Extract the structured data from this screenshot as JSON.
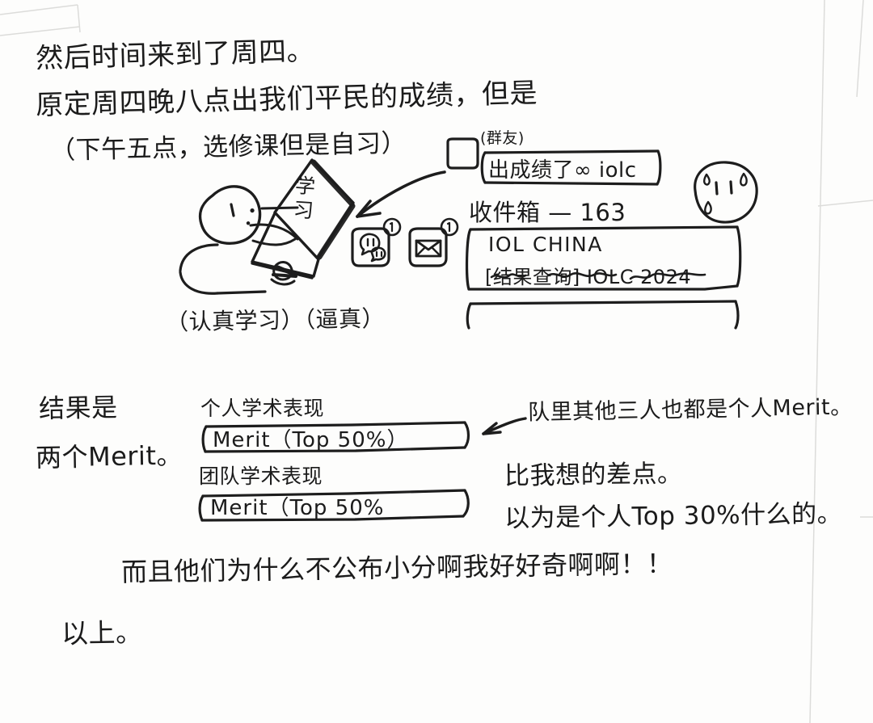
{
  "page": {
    "title": "handwritten-diary-note",
    "background_color": "#fdfdfc",
    "ink_color": "#1d1d1d"
  },
  "lines": {
    "l1": "然后时间来到了周四。",
    "l2": "原定周四晚八点出我们平民的成绩，但是",
    "l3": "（下午五点，选修课但是自习）"
  },
  "sketch": {
    "laptop_screen_label": "学习",
    "caption": "（认真学习）（逼真）",
    "icons": [
      {
        "name": "qq-chat-icon",
        "badge": "1"
      },
      {
        "name": "mail-icon",
        "badge": "1"
      }
    ]
  },
  "phone": {
    "sender_label": "(群友)",
    "message": "出成绩了∞ iolc",
    "inbox_title": "收件箱 — 163",
    "emails": [
      {
        "sender": "IOL CHINA",
        "subject": "[结果查询] IOLC 2024"
      },
      {
        "sender": "",
        "subject": ""
      }
    ]
  },
  "results": {
    "intro_line1": "结果是",
    "intro_line2": "两个Merit。",
    "items": [
      {
        "label": "个人学术表现",
        "value": "Merit（Top 50%）"
      },
      {
        "label": "团队学术表现",
        "value": "Merit（Top 50%"
      }
    ]
  },
  "commentary": {
    "line1": "队里其他三人也都是个人Merit。",
    "line2": "比我想的差点。",
    "line3": "以为是个人Top 30%什么的。"
  },
  "footer": {
    "exclaim": "而且他们为什么不公布小分啊我好好奇啊啊！！",
    "closing": "以上。"
  }
}
